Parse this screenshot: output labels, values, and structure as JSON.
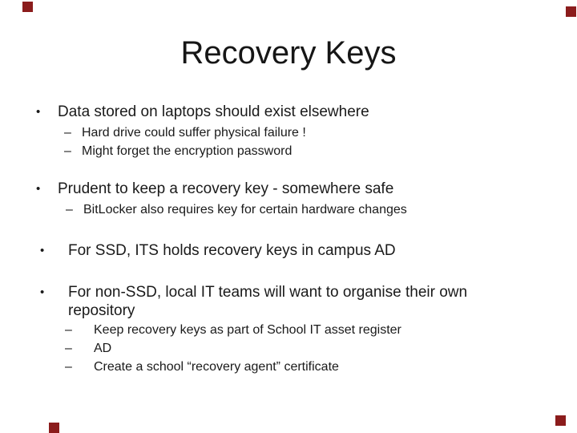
{
  "slide": {
    "title": "Recovery Keys",
    "bullet_char": "•",
    "dash_char": "–",
    "colors": {
      "background": "#ffffff",
      "text": "#1a1a1a",
      "corner_marker": "#8b1c1c"
    },
    "bullets": [
      {
        "label": "Data stored on laptops should exist elsewhere",
        "subs": [
          "Hard drive could suffer physical failure !",
          "Might forget the encryption password"
        ]
      },
      {
        "label": "Prudent to keep a recovery key - somewhere safe",
        "subs": [
          "BitLocker also requires key for certain hardware changes"
        ]
      },
      {
        "label": "For SSD, ITS holds recovery keys in campus AD",
        "subs": []
      },
      {
        "label": "For non-SSD, local IT teams will want to organise their own repository",
        "subs": [
          "Keep recovery keys as part of School IT asset register",
          "AD",
          "Create a school “recovery agent” certificate"
        ]
      }
    ]
  }
}
